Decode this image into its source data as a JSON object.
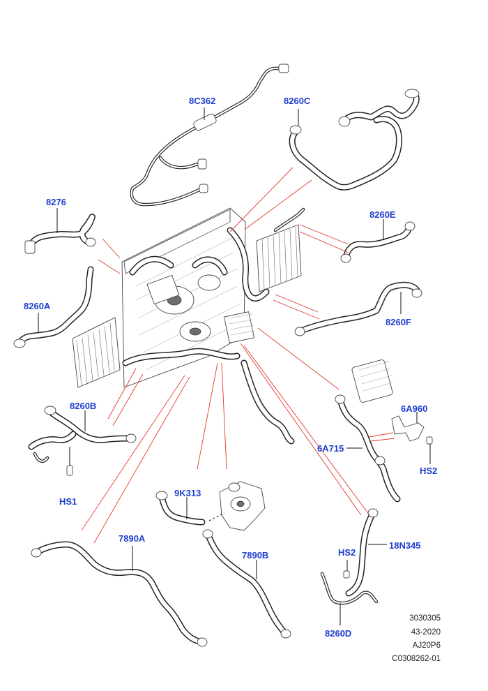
{
  "diagram": {
    "labels": [
      {
        "id": "8C362",
        "text": "8C362"
      },
      {
        "id": "8260C",
        "text": "8260C"
      },
      {
        "id": "8276",
        "text": "8276"
      },
      {
        "id": "8260E",
        "text": "8260E"
      },
      {
        "id": "8260A",
        "text": "8260A"
      },
      {
        "id": "8260F",
        "text": "8260F"
      },
      {
        "id": "6A960",
        "text": "6A960"
      },
      {
        "id": "8260B",
        "text": "8260B"
      },
      {
        "id": "6A715",
        "text": "6A715"
      },
      {
        "id": "HS2a",
        "text": "HS2"
      },
      {
        "id": "HS1",
        "text": "HS1"
      },
      {
        "id": "9K313",
        "text": "9K313"
      },
      {
        "id": "7890A",
        "text": "7890A"
      },
      {
        "id": "18N345",
        "text": "18N345"
      },
      {
        "id": "7890B",
        "text": "7890B"
      },
      {
        "id": "HS2b",
        "text": "HS2"
      },
      {
        "id": "8260D",
        "text": "8260D"
      }
    ],
    "reference": [
      "3030305",
      "43-2020",
      "AJ20P6",
      "C0308262-01"
    ],
    "colors": {
      "label": "#1f3fd1",
      "callout_line": "#e23a2a",
      "outline": "#222222"
    }
  }
}
